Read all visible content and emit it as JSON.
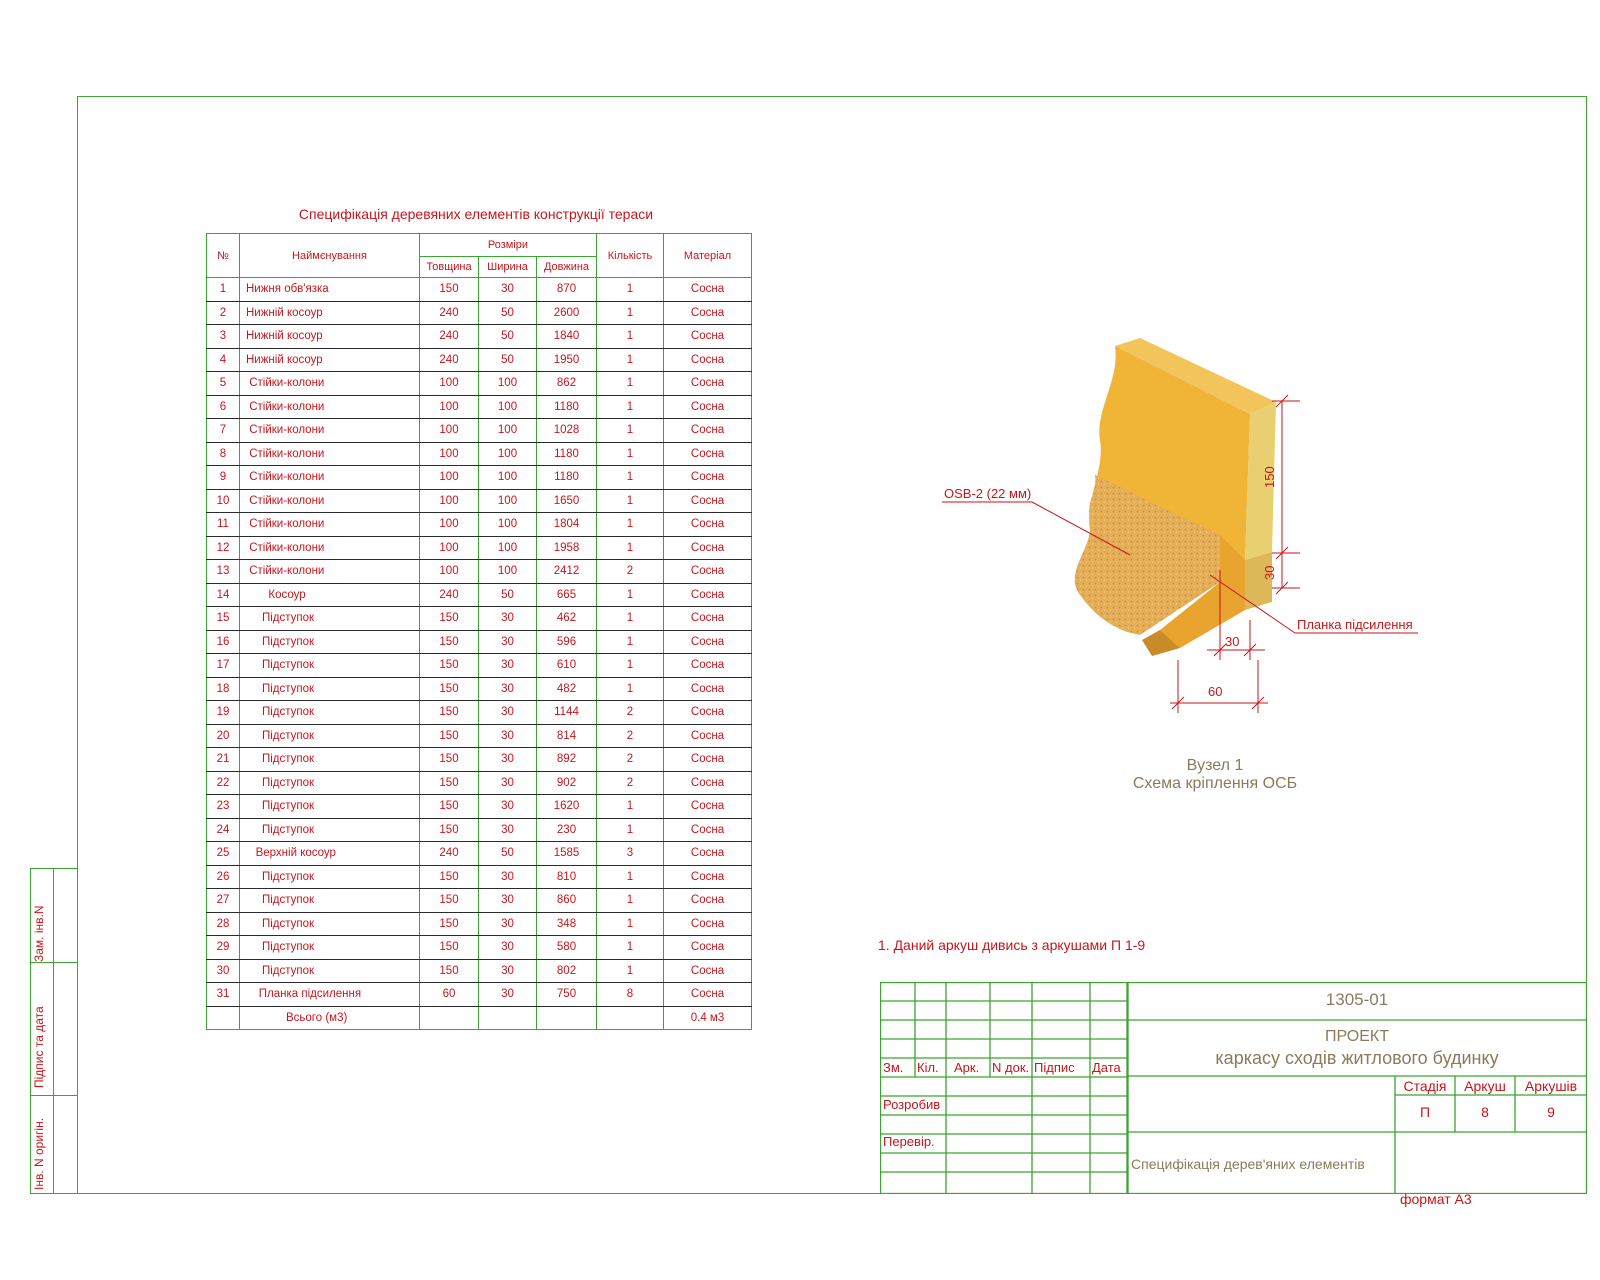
{
  "side_labels": {
    "zam_inv": "Зам. інв.N",
    "pidpys_data": "Підпис та дата",
    "inv_origin": "Інв. N оригін."
  },
  "spec": {
    "title": "Специфікація  деревяних елементів конструкції тераси",
    "headers": {
      "num": "№",
      "name": "Наймєнування",
      "dims": "Розміри",
      "thickness": "Товщина",
      "width": "Ширина",
      "length": "Довжина",
      "qty": "Кількість",
      "material": "Матеріал"
    },
    "rows": [
      {
        "n": "1",
        "name": "Нижня обв'язка",
        "t": "150",
        "w": "30",
        "l": "870",
        "q": "1",
        "m": "Сосна"
      },
      {
        "n": "2",
        "name": "Нижній косоур",
        "t": "240",
        "w": "50",
        "l": "2600",
        "q": "1",
        "m": "Сосна"
      },
      {
        "n": "3",
        "name": "Нижній косоур",
        "t": "240",
        "w": "50",
        "l": "1840",
        "q": "1",
        "m": "Сосна"
      },
      {
        "n": "4",
        "name": "Нижній косоур",
        "t": "240",
        "w": "50",
        "l": "1950",
        "q": "1",
        "m": "Сосна"
      },
      {
        "n": "5",
        "name": " Стійки-колони",
        "t": "100",
        "w": "100",
        "l": "862",
        "q": "1",
        "m": "Сосна"
      },
      {
        "n": "6",
        "name": " Стійки-колони",
        "t": "100",
        "w": "100",
        "l": "1180",
        "q": "1",
        "m": "Сосна"
      },
      {
        "n": "7",
        "name": " Стійки-колони",
        "t": "100",
        "w": "100",
        "l": "1028",
        "q": "1",
        "m": "Сосна"
      },
      {
        "n": "8",
        "name": " Стійки-колони",
        "t": "100",
        "w": "100",
        "l": "1180",
        "q": "1",
        "m": "Сосна"
      },
      {
        "n": "9",
        "name": " Стійки-колони",
        "t": "100",
        "w": "100",
        "l": "1180",
        "q": "1",
        "m": "Сосна"
      },
      {
        "n": "10",
        "name": " Стійки-колони",
        "t": "100",
        "w": "100",
        "l": "1650",
        "q": "1",
        "m": "Сосна"
      },
      {
        "n": "11",
        "name": " Стійки-колони",
        "t": "100",
        "w": "100",
        "l": "1804",
        "q": "1",
        "m": "Сосна"
      },
      {
        "n": "12",
        "name": " Стійки-колони",
        "t": "100",
        "w": "100",
        "l": "1958",
        "q": "1",
        "m": "Сосна"
      },
      {
        "n": "13",
        "name": " Стійки-колони",
        "t": "100",
        "w": "100",
        "l": "2412",
        "q": "2",
        "m": "Сосна"
      },
      {
        "n": "14",
        "name": "       Косоур",
        "t": "240",
        "w": "50",
        "l": "665",
        "q": "1",
        "m": "Сосна"
      },
      {
        "n": "15",
        "name": "     Підступок",
        "t": "150",
        "w": "30",
        "l": "462",
        "q": "1",
        "m": "Сосна"
      },
      {
        "n": "16",
        "name": "     Підступок",
        "t": "150",
        "w": "30",
        "l": "596",
        "q": "1",
        "m": "Сосна"
      },
      {
        "n": "17",
        "name": "     Підступок",
        "t": "150",
        "w": "30",
        "l": "610",
        "q": "1",
        "m": "Сосна"
      },
      {
        "n": "18",
        "name": "     Підступок",
        "t": "150",
        "w": "30",
        "l": "482",
        "q": "1",
        "m": "Сосна"
      },
      {
        "n": "19",
        "name": "     Підступок",
        "t": "150",
        "w": "30",
        "l": "1144",
        "q": "2",
        "m": "Сосна"
      },
      {
        "n": "20",
        "name": "     Підступок",
        "t": "150",
        "w": "30",
        "l": "814",
        "q": "2",
        "m": "Сосна"
      },
      {
        "n": "21",
        "name": "     Підступок",
        "t": "150",
        "w": "30",
        "l": "892",
        "q": "2",
        "m": "Сосна"
      },
      {
        "n": "22",
        "name": "     Підступок",
        "t": "150",
        "w": "30",
        "l": "902",
        "q": "2",
        "m": "Сосна"
      },
      {
        "n": "23",
        "name": "     Підступок",
        "t": "150",
        "w": "30",
        "l": "1620",
        "q": "1",
        "m": "Сосна"
      },
      {
        "n": "24",
        "name": "     Підступок",
        "t": "150",
        "w": "30",
        "l": "230",
        "q": "1",
        "m": "Сосна"
      },
      {
        "n": "25",
        "name": "   Верхній косоур",
        "t": "240",
        "w": "50",
        "l": "1585",
        "q": "3",
        "m": "Сосна"
      },
      {
        "n": "26",
        "name": "     Підступок",
        "t": "150",
        "w": "30",
        "l": "810",
        "q": "1",
        "m": "Сосна"
      },
      {
        "n": "27",
        "name": "     Підступок",
        "t": "150",
        "w": "30",
        "l": "860",
        "q": "1",
        "m": "Сосна"
      },
      {
        "n": "28",
        "name": "     Підступок",
        "t": "150",
        "w": "30",
        "l": "348",
        "q": "1",
        "m": "Сосна"
      },
      {
        "n": "29",
        "name": "     Підступок",
        "t": "150",
        "w": "30",
        "l": "580",
        "q": "1",
        "m": "Сосна"
      },
      {
        "n": "30",
        "name": "     Підступок",
        "t": "150",
        "w": "30",
        "l": "802",
        "q": "1",
        "m": "Сосна"
      },
      {
        "n": "31",
        "name": "    Планка підсилення",
        "t": "60",
        "w": "30",
        "l": "750",
        "q": "8",
        "m": "Сосна"
      }
    ],
    "total": {
      "label": "Всього (м3)",
      "value": "0.4 м3"
    }
  },
  "drawing": {
    "osb_label": "OSB-2 (22 мм)",
    "plank_label": "Планка підсилення",
    "dim_150": "150",
    "dim_30_v": "30",
    "dim_30_h": "30",
    "dim_60": "60",
    "caption_line1": "Вузел 1",
    "caption_line2": "Схема кріплення ОСБ",
    "colors": {
      "wood_face": "#f0b436",
      "wood_side": "#e6c86a",
      "osb": "#e0a84f",
      "dim_line": "#c8151b"
    }
  },
  "note": "1. Даний аркуш дивись з аркушами П 1-9",
  "stamp": {
    "code": "1305-01",
    "project_line1": "ПРОЕКТ",
    "project_line2": "каркасу сходів житлового будинку",
    "cols": {
      "zm": "Зм.",
      "kil": "Кіл.",
      "ark": "Арк.",
      "ndok": "N док.",
      "pidpys": "Підпис",
      "data": "Дата"
    },
    "developed": "Розробив",
    "checked": "Перевір.",
    "sheet_title": "Специфікація дерев'яних елементів",
    "stage_h": "Стадія",
    "sheet_h": "Аркуш",
    "sheets_h": "Аркушів",
    "stage": "П",
    "sheet": "8",
    "sheets": "9"
  },
  "format": "формат А3"
}
